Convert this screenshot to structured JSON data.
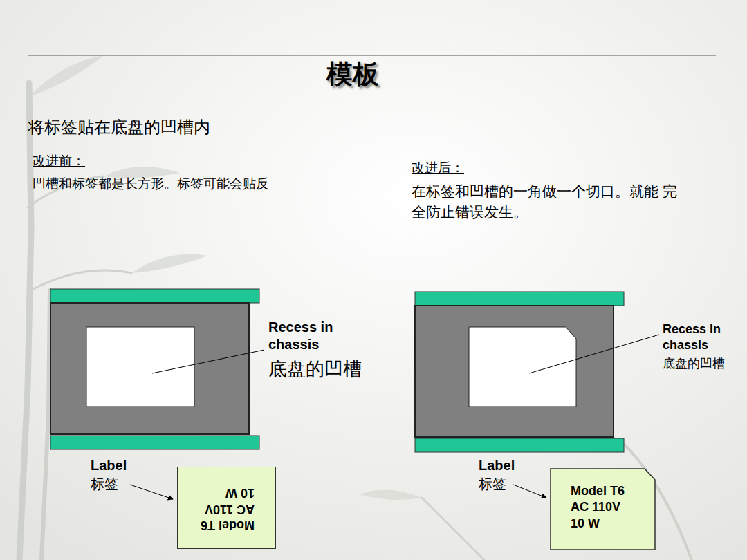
{
  "diagram": {
    "title": "模板",
    "nodes": [
      {
        "text": [
          "Model T6",
          "AC 110V",
          "10 W"
        ]
      },
      {
        "text": [
          "Model T6",
          "AC 110V",
          "10 W"
        ]
      }
    ],
    "labels": [
      "将标签贴在底盘的凹槽内",
      "改进前：",
      "凹槽和标签都是长方形。标签可能会贴反",
      "改进后：",
      "在标签和凹槽的一角做一个切口。就能 完全防止错误发生。",
      "Recess in chassis",
      "底盘的凹槽",
      "Recess in chassis",
      "底盘的凹槽",
      "Label",
      "标签",
      "Label",
      "标签"
    ]
  }
}
